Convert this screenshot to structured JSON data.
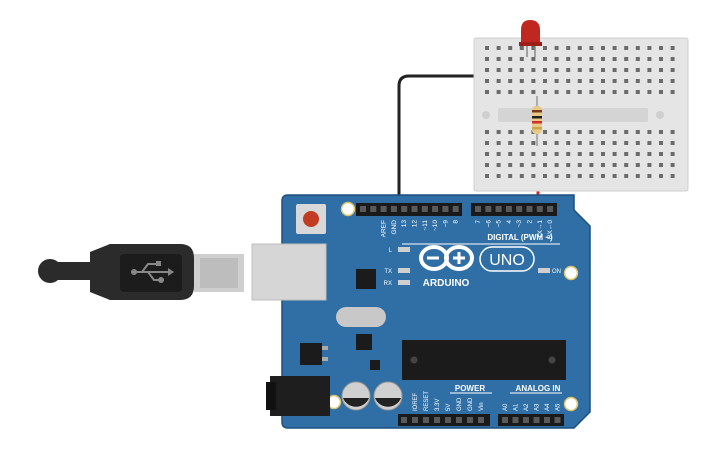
{
  "board": {
    "logo_text": "ARDUINO",
    "model": "UNO",
    "digital_header_label": "DIGITAL (PWM ~)",
    "power_label": "POWER",
    "analog_label": "ANALOG IN",
    "on_label": "ON",
    "led_l_label": "L",
    "tx_label": "TX",
    "rx_label": "RX",
    "digital_pins": [
      "AREF",
      "GND",
      "13",
      "12",
      "~11",
      "~10",
      "~9",
      "8",
      "7",
      "~6",
      "~5",
      "4",
      "~3",
      "2",
      "TX→1",
      "RX←0"
    ],
    "power_pins": [
      "IOREF",
      "RESET",
      "3.3V",
      "5V",
      "GND",
      "GND",
      "Vin"
    ],
    "analog_pins": [
      "A0",
      "A1",
      "A2",
      "A3",
      "A4",
      "A5"
    ]
  },
  "colors": {
    "board": "#2f6fa6",
    "board_dark": "#1e4f7c",
    "breadboard": "#e5e5e5",
    "wire_gnd": "#222222",
    "wire_signal": "#e02020",
    "led": "#c0281f",
    "usb_plug": "#2b2b2b"
  },
  "components": {
    "led": "red-led",
    "resistor": "resistor",
    "breadboard": "mini-breadboard",
    "usb": "usb-b-cable"
  }
}
